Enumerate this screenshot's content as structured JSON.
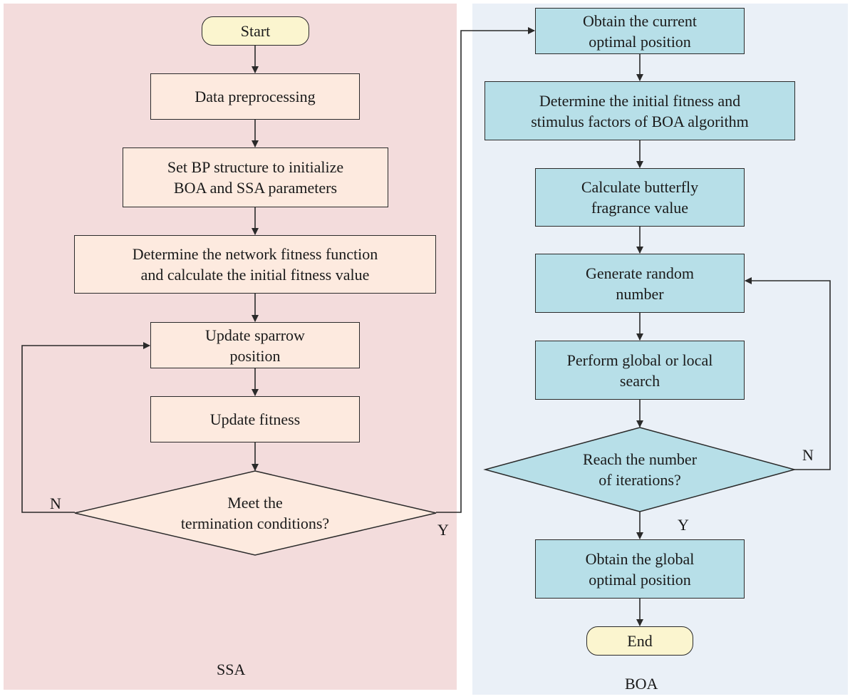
{
  "regions": {
    "ssa_label": "SSA",
    "boa_label": "BOA"
  },
  "colors": {
    "ssa_region": "#f3dcdc",
    "boa_region": "#eaf0f7",
    "ssa_box": "#fdeadf",
    "boa_box": "#b7dfe8",
    "terminal": "#fbf5cf",
    "line": "#2a2a2a"
  },
  "nodes": {
    "start": "Start",
    "data_preprocessing": "Data preprocessing",
    "set_bp_structure": "Set BP structure to initialize\nBOA and SSA parameters",
    "determine_fitness_function": "Determine the network fitness function\nand calculate the initial fitness value",
    "update_sparrow_position": "Update sparrow\nposition",
    "update_fitness": "Update fitness",
    "termination_decision": "Meet the\ntermination conditions?",
    "obtain_current_optimal": "Obtain the current\noptimal position",
    "determine_initial_fitness_boa": "Determine the initial fitness and\nstimulus factors of BOA algorithm",
    "calculate_fragrance": "Calculate butterfly\nfragrance value",
    "generate_random": "Generate random\nnumber",
    "global_local_search": "Perform global or local\nsearch",
    "iterations_decision": "Reach the number\nof iterations?",
    "obtain_global_optimal": "Obtain the global\noptimal position",
    "end": "End"
  },
  "edge_labels": {
    "ssa_no": "N",
    "ssa_yes": "Y",
    "boa_no": "N",
    "boa_yes": "Y"
  }
}
